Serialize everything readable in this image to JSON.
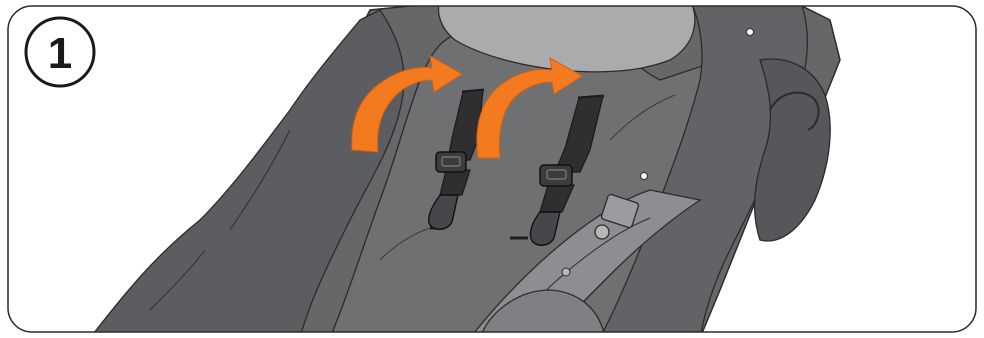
{
  "figure": {
    "step_number": "1",
    "colors": {
      "background": "#ffffff",
      "frame_stroke": "#2b2b2b",
      "seat_fabric_dark": "#5f6062",
      "seat_fabric_mid": "#6d6e70",
      "seat_fabric_light": "#7c7d80",
      "headrest": "#a7a9ab",
      "strap": "#2e2e30",
      "buckle": "#3a3b3d",
      "arrow_orange": "#f47a20",
      "frame_grey": "#8a8c8f"
    },
    "icons": [
      "rotate-arrow-left",
      "rotate-arrow-right"
    ]
  }
}
